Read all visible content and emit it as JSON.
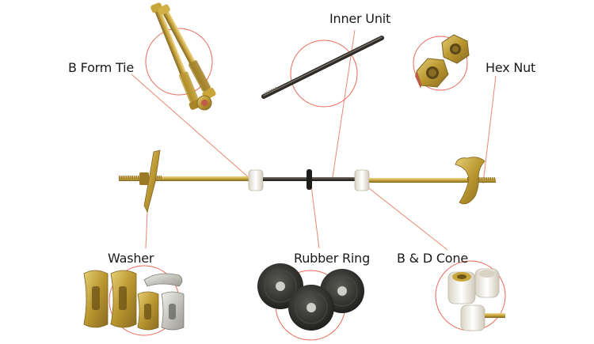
{
  "labels": {
    "b_form_tie": "B Form Tie",
    "inner_unit": "Inner Unit",
    "hex_nut": "Hex Nut",
    "washer": "Washer",
    "rubber_ring": "Rubber Ring",
    "b_d_cone": "B & D Cone"
  },
  "colors": {
    "leader_line": "#e8896f",
    "callout_circle": "#e86a5a",
    "zinc_yellow": "#c9a63a",
    "rod_dark": "#3e3a33",
    "cone_white": "#f2efe6",
    "rubber_dark": "#2d2d2b"
  }
}
